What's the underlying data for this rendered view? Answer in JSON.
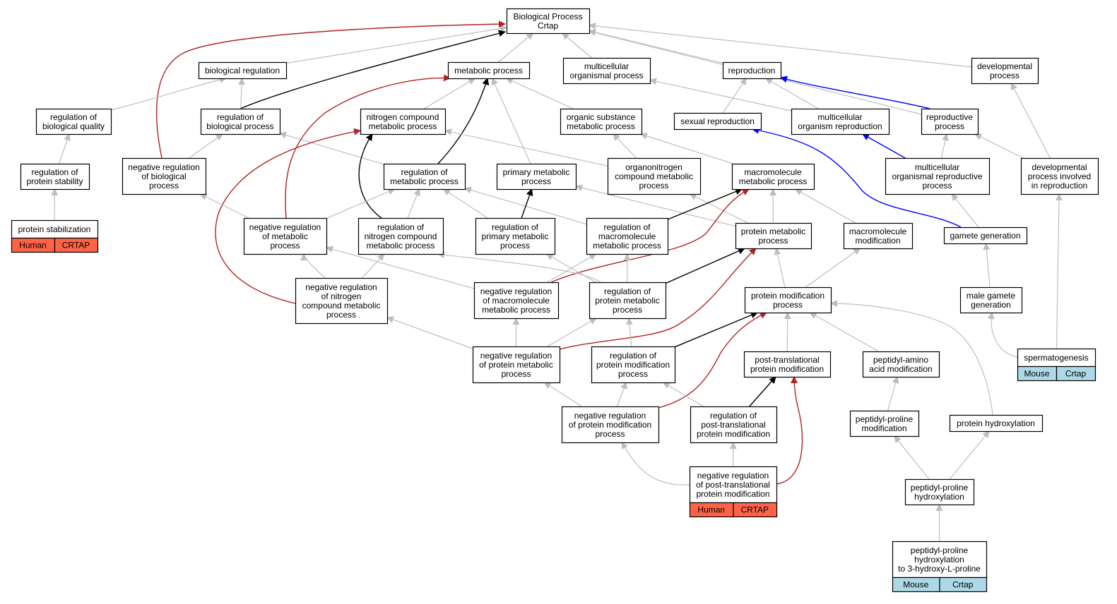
{
  "colors": {
    "is_a": "#bebebe",
    "part_of": "#000000",
    "negatively_regulates": "#b22222",
    "positively_regulates": "#0000ff",
    "human_annotation": "#ff6347",
    "mouse_annotation": "#add8e6"
  },
  "nodes": [
    {
      "id": "bp",
      "lines": [
        "Biological Process",
        "Crtap"
      ]
    },
    {
      "id": "bioreg",
      "lines": [
        "biological regulation"
      ]
    },
    {
      "id": "metab",
      "lines": [
        "metabolic process"
      ]
    },
    {
      "id": "multicell",
      "lines": [
        "multicellular",
        "organismal process"
      ]
    },
    {
      "id": "repro",
      "lines": [
        "reproduction"
      ]
    },
    {
      "id": "devproc",
      "lines": [
        "developmental",
        "process"
      ]
    },
    {
      "id": "regbioqual",
      "lines": [
        "regulation of",
        "biological quality"
      ]
    },
    {
      "id": "regbioproc",
      "lines": [
        "regulation of",
        "biological process"
      ]
    },
    {
      "id": "nitro",
      "lines": [
        "nitrogen compound",
        "metabolic process"
      ]
    },
    {
      "id": "orgsub",
      "lines": [
        "organic substance",
        "metabolic process"
      ]
    },
    {
      "id": "sexrepro",
      "lines": [
        "sexual reproduction"
      ]
    },
    {
      "id": "multiorgrepro",
      "lines": [
        "multicellular",
        "organism reproduction"
      ]
    },
    {
      "id": "reproproc",
      "lines": [
        "reproductive",
        "process"
      ]
    },
    {
      "id": "regprotstab",
      "lines": [
        "regulation of",
        "protein stability"
      ]
    },
    {
      "id": "negregbio",
      "lines": [
        "negative regulation",
        "of biological",
        "process"
      ]
    },
    {
      "id": "regmetab",
      "lines": [
        "regulation of",
        "metabolic process"
      ]
    },
    {
      "id": "primmetab",
      "lines": [
        "primary metabolic",
        "process"
      ]
    },
    {
      "id": "organonitro",
      "lines": [
        "organonitrogen",
        "compound metabolic",
        "process"
      ]
    },
    {
      "id": "macromol",
      "lines": [
        "macromolecule",
        "metabolic process"
      ]
    },
    {
      "id": "multiorgreprodproc",
      "lines": [
        "multicellular",
        "organismal reproductive",
        "process"
      ]
    },
    {
      "id": "devprocrepro",
      "lines": [
        "developmental",
        "process involved",
        "in reproduction"
      ]
    },
    {
      "id": "protstab",
      "lines": [
        "protein stabilization"
      ],
      "annotation": {
        "species": "Human",
        "gene": "CRTAP",
        "color": "#ff6347"
      }
    },
    {
      "id": "negregmetab",
      "lines": [
        "negative regulation",
        "of metabolic",
        "process"
      ]
    },
    {
      "id": "regnitro",
      "lines": [
        "regulation of",
        "nitrogen compound",
        "metabolic process"
      ]
    },
    {
      "id": "regprim",
      "lines": [
        "regulation of",
        "primary metabolic",
        "process"
      ]
    },
    {
      "id": "regmacro",
      "lines": [
        "regulation of",
        "macromolecule",
        "metabolic process"
      ]
    },
    {
      "id": "protmetab",
      "lines": [
        "protein metabolic",
        "process"
      ]
    },
    {
      "id": "macromod",
      "lines": [
        "macromolecule",
        "modification"
      ]
    },
    {
      "id": "gamete",
      "lines": [
        "gamete generation"
      ]
    },
    {
      "id": "negregnitro",
      "lines": [
        "negative regulation",
        "of nitrogen",
        "compound metabolic",
        "process"
      ]
    },
    {
      "id": "negregmacro",
      "lines": [
        "negative regulation",
        "of macromolecule",
        "metabolic process"
      ]
    },
    {
      "id": "regprotmetab",
      "lines": [
        "regulation of",
        "protein metabolic",
        "process"
      ]
    },
    {
      "id": "protmod",
      "lines": [
        "protein modification",
        "process"
      ]
    },
    {
      "id": "malegamete",
      "lines": [
        "male gamete",
        "generation"
      ]
    },
    {
      "id": "negregprotmetab",
      "lines": [
        "negative regulation",
        "of protein metabolic",
        "process"
      ]
    },
    {
      "id": "regprotmod",
      "lines": [
        "regulation of",
        "protein modification",
        "process"
      ]
    },
    {
      "id": "ptm",
      "lines": [
        "post-translational",
        "protein modification"
      ]
    },
    {
      "id": "peptaa",
      "lines": [
        "peptidyl-amino",
        "acid modification"
      ]
    },
    {
      "id": "spermato",
      "lines": [
        "spermatogenesis"
      ],
      "annotation": {
        "species": "Mouse",
        "gene": "Crtap",
        "color": "#add8e6"
      }
    },
    {
      "id": "negregprotmod",
      "lines": [
        "negative regulation",
        "of protein modification",
        "process"
      ]
    },
    {
      "id": "regptm",
      "lines": [
        "regulation of",
        "post-translational",
        "protein modification"
      ]
    },
    {
      "id": "peptpromod",
      "lines": [
        "peptidyl-proline",
        "modification"
      ]
    },
    {
      "id": "prothydrox",
      "lines": [
        "protein hydroxylation"
      ]
    },
    {
      "id": "negregptm",
      "lines": [
        "negative regulation",
        "of post-translational",
        "protein modification"
      ],
      "annotation": {
        "species": "Human",
        "gene": "CRTAP",
        "color": "#ff6347"
      }
    },
    {
      "id": "peptprohydrox",
      "lines": [
        "peptidyl-proline",
        "hydroxylation"
      ]
    },
    {
      "id": "peptpro3",
      "lines": [
        "peptidyl-proline",
        "hydroxylation",
        "to 3-hydroxy-L-proline"
      ],
      "annotation": {
        "species": "Mouse",
        "gene": "Crtap",
        "color": "#add8e6"
      }
    }
  ],
  "edges": [
    {
      "from": "bioreg",
      "to": "bp",
      "type": "is_a"
    },
    {
      "from": "metab",
      "to": "bp",
      "type": "is_a"
    },
    {
      "from": "multicell",
      "to": "bp",
      "type": "is_a"
    },
    {
      "from": "repro",
      "to": "bp",
      "type": "is_a"
    },
    {
      "from": "devproc",
      "to": "bp",
      "type": "is_a"
    },
    {
      "from": "reproproc",
      "to": "bp",
      "type": "is_a"
    },
    {
      "from": "regbioproc",
      "to": "bp",
      "type": "part_of"
    },
    {
      "from": "negregbio",
      "to": "bp",
      "type": "negatively_regulates"
    },
    {
      "from": "regbioqual",
      "to": "bioreg",
      "type": "is_a"
    },
    {
      "from": "regbioproc",
      "to": "bioreg",
      "type": "is_a"
    },
    {
      "from": "regprotstab",
      "to": "regbioqual",
      "type": "is_a"
    },
    {
      "from": "protstab",
      "to": "regprotstab",
      "type": "is_a"
    },
    {
      "from": "negregbio",
      "to": "regbioproc",
      "type": "is_a"
    },
    {
      "from": "regmetab",
      "to": "regbioproc",
      "type": "is_a"
    },
    {
      "from": "nitro",
      "to": "metab",
      "type": "is_a"
    },
    {
      "from": "orgsub",
      "to": "metab",
      "type": "is_a"
    },
    {
      "from": "primmetab",
      "to": "metab",
      "type": "is_a"
    },
    {
      "from": "regmetab",
      "to": "metab",
      "type": "part_of"
    },
    {
      "from": "negregmetab",
      "to": "metab",
      "type": "negatively_regulates"
    },
    {
      "from": "organonitro",
      "to": "nitro",
      "type": "is_a"
    },
    {
      "from": "regnitro",
      "to": "nitro",
      "type": "part_of"
    },
    {
      "from": "negregnitro",
      "to": "nitro",
      "type": "negatively_regulates"
    },
    {
      "from": "organonitro",
      "to": "orgsub",
      "type": "is_a"
    },
    {
      "from": "macromol",
      "to": "orgsub",
      "type": "is_a"
    },
    {
      "from": "sexrepro",
      "to": "repro",
      "type": "is_a"
    },
    {
      "from": "multiorgrepro",
      "to": "repro",
      "type": "is_a"
    },
    {
      "from": "reproproc",
      "to": "repro",
      "type": "positively_regulates"
    },
    {
      "from": "multiorgrepro",
      "to": "multicell",
      "type": "is_a"
    },
    {
      "from": "gamete",
      "to": "sexrepro",
      "type": "positively_regulates"
    },
    {
      "from": "multiorgreprodproc",
      "to": "multiorgrepro",
      "type": "positively_regulates"
    },
    {
      "from": "multiorgreprodproc",
      "to": "reproproc",
      "type": "is_a"
    },
    {
      "from": "devprocrepro",
      "to": "reproproc",
      "type": "is_a"
    },
    {
      "from": "devprocrepro",
      "to": "devproc",
      "type": "is_a"
    },
    {
      "from": "gamete",
      "to": "multiorgreprodproc",
      "type": "is_a"
    },
    {
      "from": "negregmetab",
      "to": "negregbio",
      "type": "is_a"
    },
    {
      "from": "negregmetab",
      "to": "regmetab",
      "type": "is_a"
    },
    {
      "from": "regnitro",
      "to": "regmetab",
      "type": "is_a"
    },
    {
      "from": "regprim",
      "to": "regmetab",
      "type": "is_a"
    },
    {
      "from": "regmacro",
      "to": "regmetab",
      "type": "is_a"
    },
    {
      "from": "regprim",
      "to": "primmetab",
      "type": "part_of"
    },
    {
      "from": "protmetab",
      "to": "primmetab",
      "type": "is_a"
    },
    {
      "from": "protmetab",
      "to": "organonitro",
      "type": "is_a"
    },
    {
      "from": "regmacro",
      "to": "macromol",
      "type": "part_of"
    },
    {
      "from": "protmetab",
      "to": "macromol",
      "type": "is_a"
    },
    {
      "from": "macromod",
      "to": "macromol",
      "type": "is_a"
    },
    {
      "from": "negregmacro",
      "to": "macromol",
      "type": "negatively_regulates"
    },
    {
      "from": "negregnitro",
      "to": "negregmetab",
      "type": "is_a"
    },
    {
      "from": "negregnitro",
      "to": "regnitro",
      "type": "is_a"
    },
    {
      "from": "negregmacro",
      "to": "negregmetab",
      "type": "is_a"
    },
    {
      "from": "negregmacro",
      "to": "regmacro",
      "type": "is_a"
    },
    {
      "from": "regprotmetab",
      "to": "regprim",
      "type": "is_a"
    },
    {
      "from": "regprotmetab",
      "to": "regmacro",
      "type": "is_a"
    },
    {
      "from": "regprotmetab",
      "to": "regnitro",
      "type": "is_a"
    },
    {
      "from": "regprotmetab",
      "to": "protmetab",
      "type": "part_of"
    },
    {
      "from": "negregprotmetab",
      "to": "protmetab",
      "type": "negatively_regulates"
    },
    {
      "from": "protmod",
      "to": "protmetab",
      "type": "is_a"
    },
    {
      "from": "protmod",
      "to": "macromod",
      "type": "is_a"
    },
    {
      "from": "malegamete",
      "to": "gamete",
      "type": "is_a"
    },
    {
      "from": "negregprotmetab",
      "to": "negregnitro",
      "type": "is_a"
    },
    {
      "from": "negregprotmetab",
      "to": "negregmacro",
      "type": "is_a"
    },
    {
      "from": "negregprotmetab",
      "to": "regprotmetab",
      "type": "is_a"
    },
    {
      "from": "regprotmod",
      "to": "regprotmetab",
      "type": "is_a"
    },
    {
      "from": "regprotmod",
      "to": "protmod",
      "type": "part_of"
    },
    {
      "from": "negregprotmod",
      "to": "protmod",
      "type": "negatively_regulates"
    },
    {
      "from": "ptm",
      "to": "protmod",
      "type": "is_a"
    },
    {
      "from": "peptaa",
      "to": "protmod",
      "type": "is_a"
    },
    {
      "from": "prothydrox",
      "to": "protmod",
      "type": "is_a"
    },
    {
      "from": "spermato",
      "to": "malegamete",
      "type": "is_a"
    },
    {
      "from": "spermato",
      "to": "devprocrepro",
      "type": "is_a"
    },
    {
      "from": "negregprotmod",
      "to": "negregprotmetab",
      "type": "is_a"
    },
    {
      "from": "negregprotmod",
      "to": "regprotmod",
      "type": "is_a"
    },
    {
      "from": "regptm",
      "to": "regprotmod",
      "type": "is_a"
    },
    {
      "from": "regptm",
      "to": "ptm",
      "type": "part_of"
    },
    {
      "from": "negregptm",
      "to": "ptm",
      "type": "negatively_regulates"
    },
    {
      "from": "peptpromod",
      "to": "peptaa",
      "type": "is_a"
    },
    {
      "from": "negregptm",
      "to": "negregprotmod",
      "type": "is_a"
    },
    {
      "from": "negregptm",
      "to": "regptm",
      "type": "is_a"
    },
    {
      "from": "peptprohydrox",
      "to": "peptpromod",
      "type": "is_a"
    },
    {
      "from": "peptprohydrox",
      "to": "prothydrox",
      "type": "is_a"
    },
    {
      "from": "peptpro3",
      "to": "peptprohydrox",
      "type": "is_a"
    }
  ]
}
